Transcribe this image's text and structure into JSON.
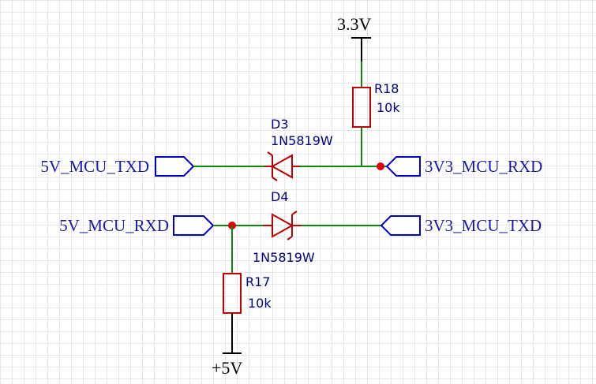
{
  "power": {
    "top": "3.3V",
    "bottom": "+5V"
  },
  "resistors": {
    "r18": {
      "ref": "R18",
      "value": "10k"
    },
    "r17": {
      "ref": "R17",
      "value": "10k"
    }
  },
  "diodes": {
    "d3": {
      "ref": "D3",
      "part": "1N5819W"
    },
    "d4": {
      "ref": "D4",
      "part": "1N5819W"
    }
  },
  "nets": {
    "left_tx": "5V_MCU_TXD",
    "left_rx": "5V_MCU_RXD",
    "right_rx": "3V3_MCU_RXD",
    "right_tx": "3V3_MCU_TXD"
  },
  "colors": {
    "wire": "#0a8a0a",
    "component": "#c00000",
    "port": "#0000cc",
    "junction": "#e00000",
    "label": "#1a1aa6",
    "grid": "#e6e6e6"
  }
}
